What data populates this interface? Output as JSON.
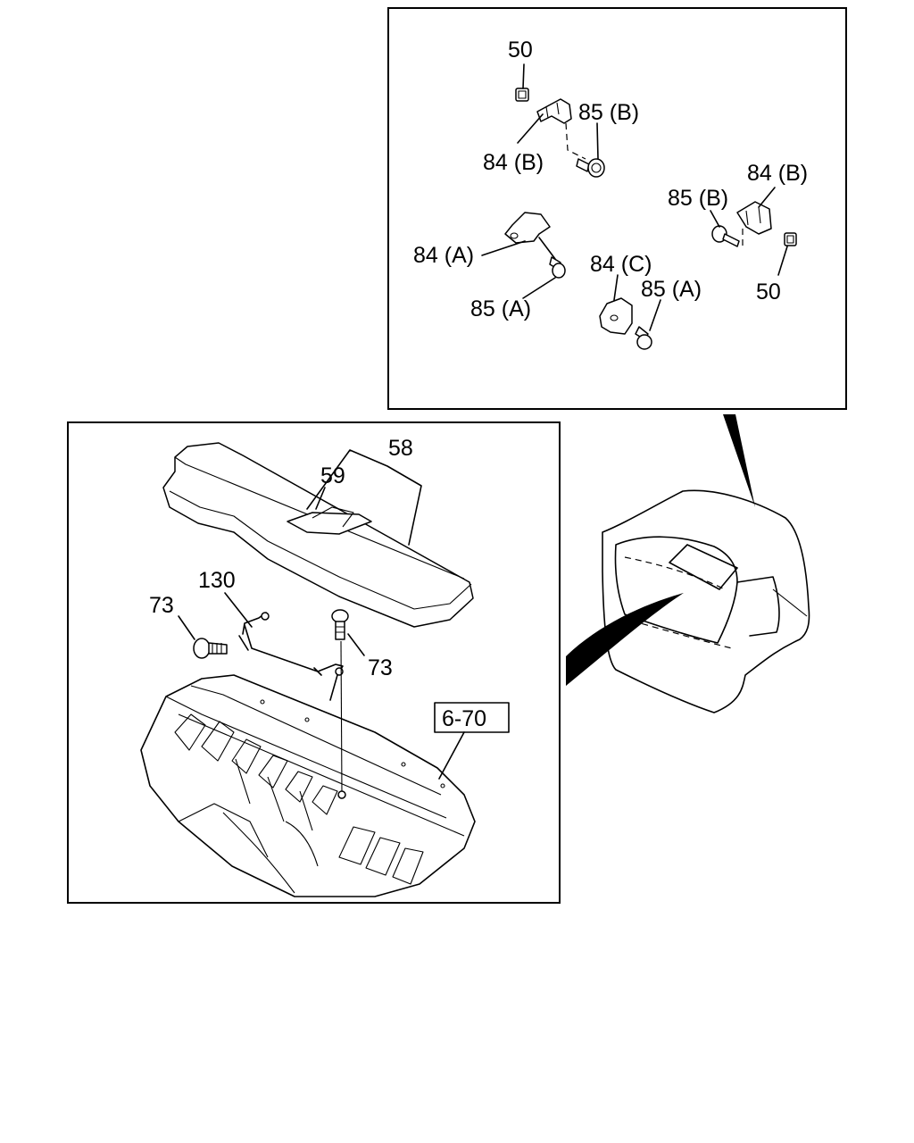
{
  "callouts": {
    "top_clip_50": "50",
    "top_bolt_85b": "85 (B)",
    "top_bracket_84b": "84 (B)",
    "right_bracket_84b": "84 (B)",
    "right_bolt_85b": "85 (B)",
    "left_bracket_84a": "84 (A)",
    "bracket_84c": "84 (C)",
    "right_bolt_85a": "85 (A)",
    "right_clip_50": "50",
    "left_bolt_85a": "85 (A)",
    "panel_58": "58",
    "tab_59": "59",
    "rod_130": "130",
    "bolt_73_left": "73",
    "bolt_73_right": "73",
    "ref_6_70": "6-70"
  }
}
